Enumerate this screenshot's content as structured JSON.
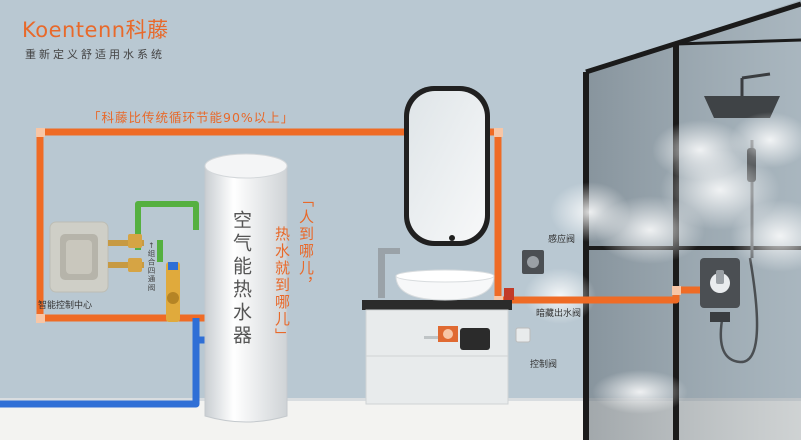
{
  "brand": {
    "name": "Koentenn科藤",
    "tagline": "重新定义舒适用水系统",
    "color": "#e8692a"
  },
  "slogans": {
    "saving": "「科藤比传统循环节能90%以上」",
    "line1": "「人到哪儿，",
    "line2": "热水就到哪儿」"
  },
  "labels": {
    "heater": "空气能热水器",
    "smart_center": "智能控制中心",
    "four_way_valve": "←组合四通阀",
    "sensor_valve": "感应阀",
    "hidden_valve": "暗藏出水阀",
    "control_valve": "控制阀"
  },
  "colors": {
    "hot_pipe": "#ef6b25",
    "cold_pipe": "#2f6fd6",
    "green_pipe": "#55b040",
    "wall": "#b9c8d2",
    "floor": "#ffffff"
  }
}
